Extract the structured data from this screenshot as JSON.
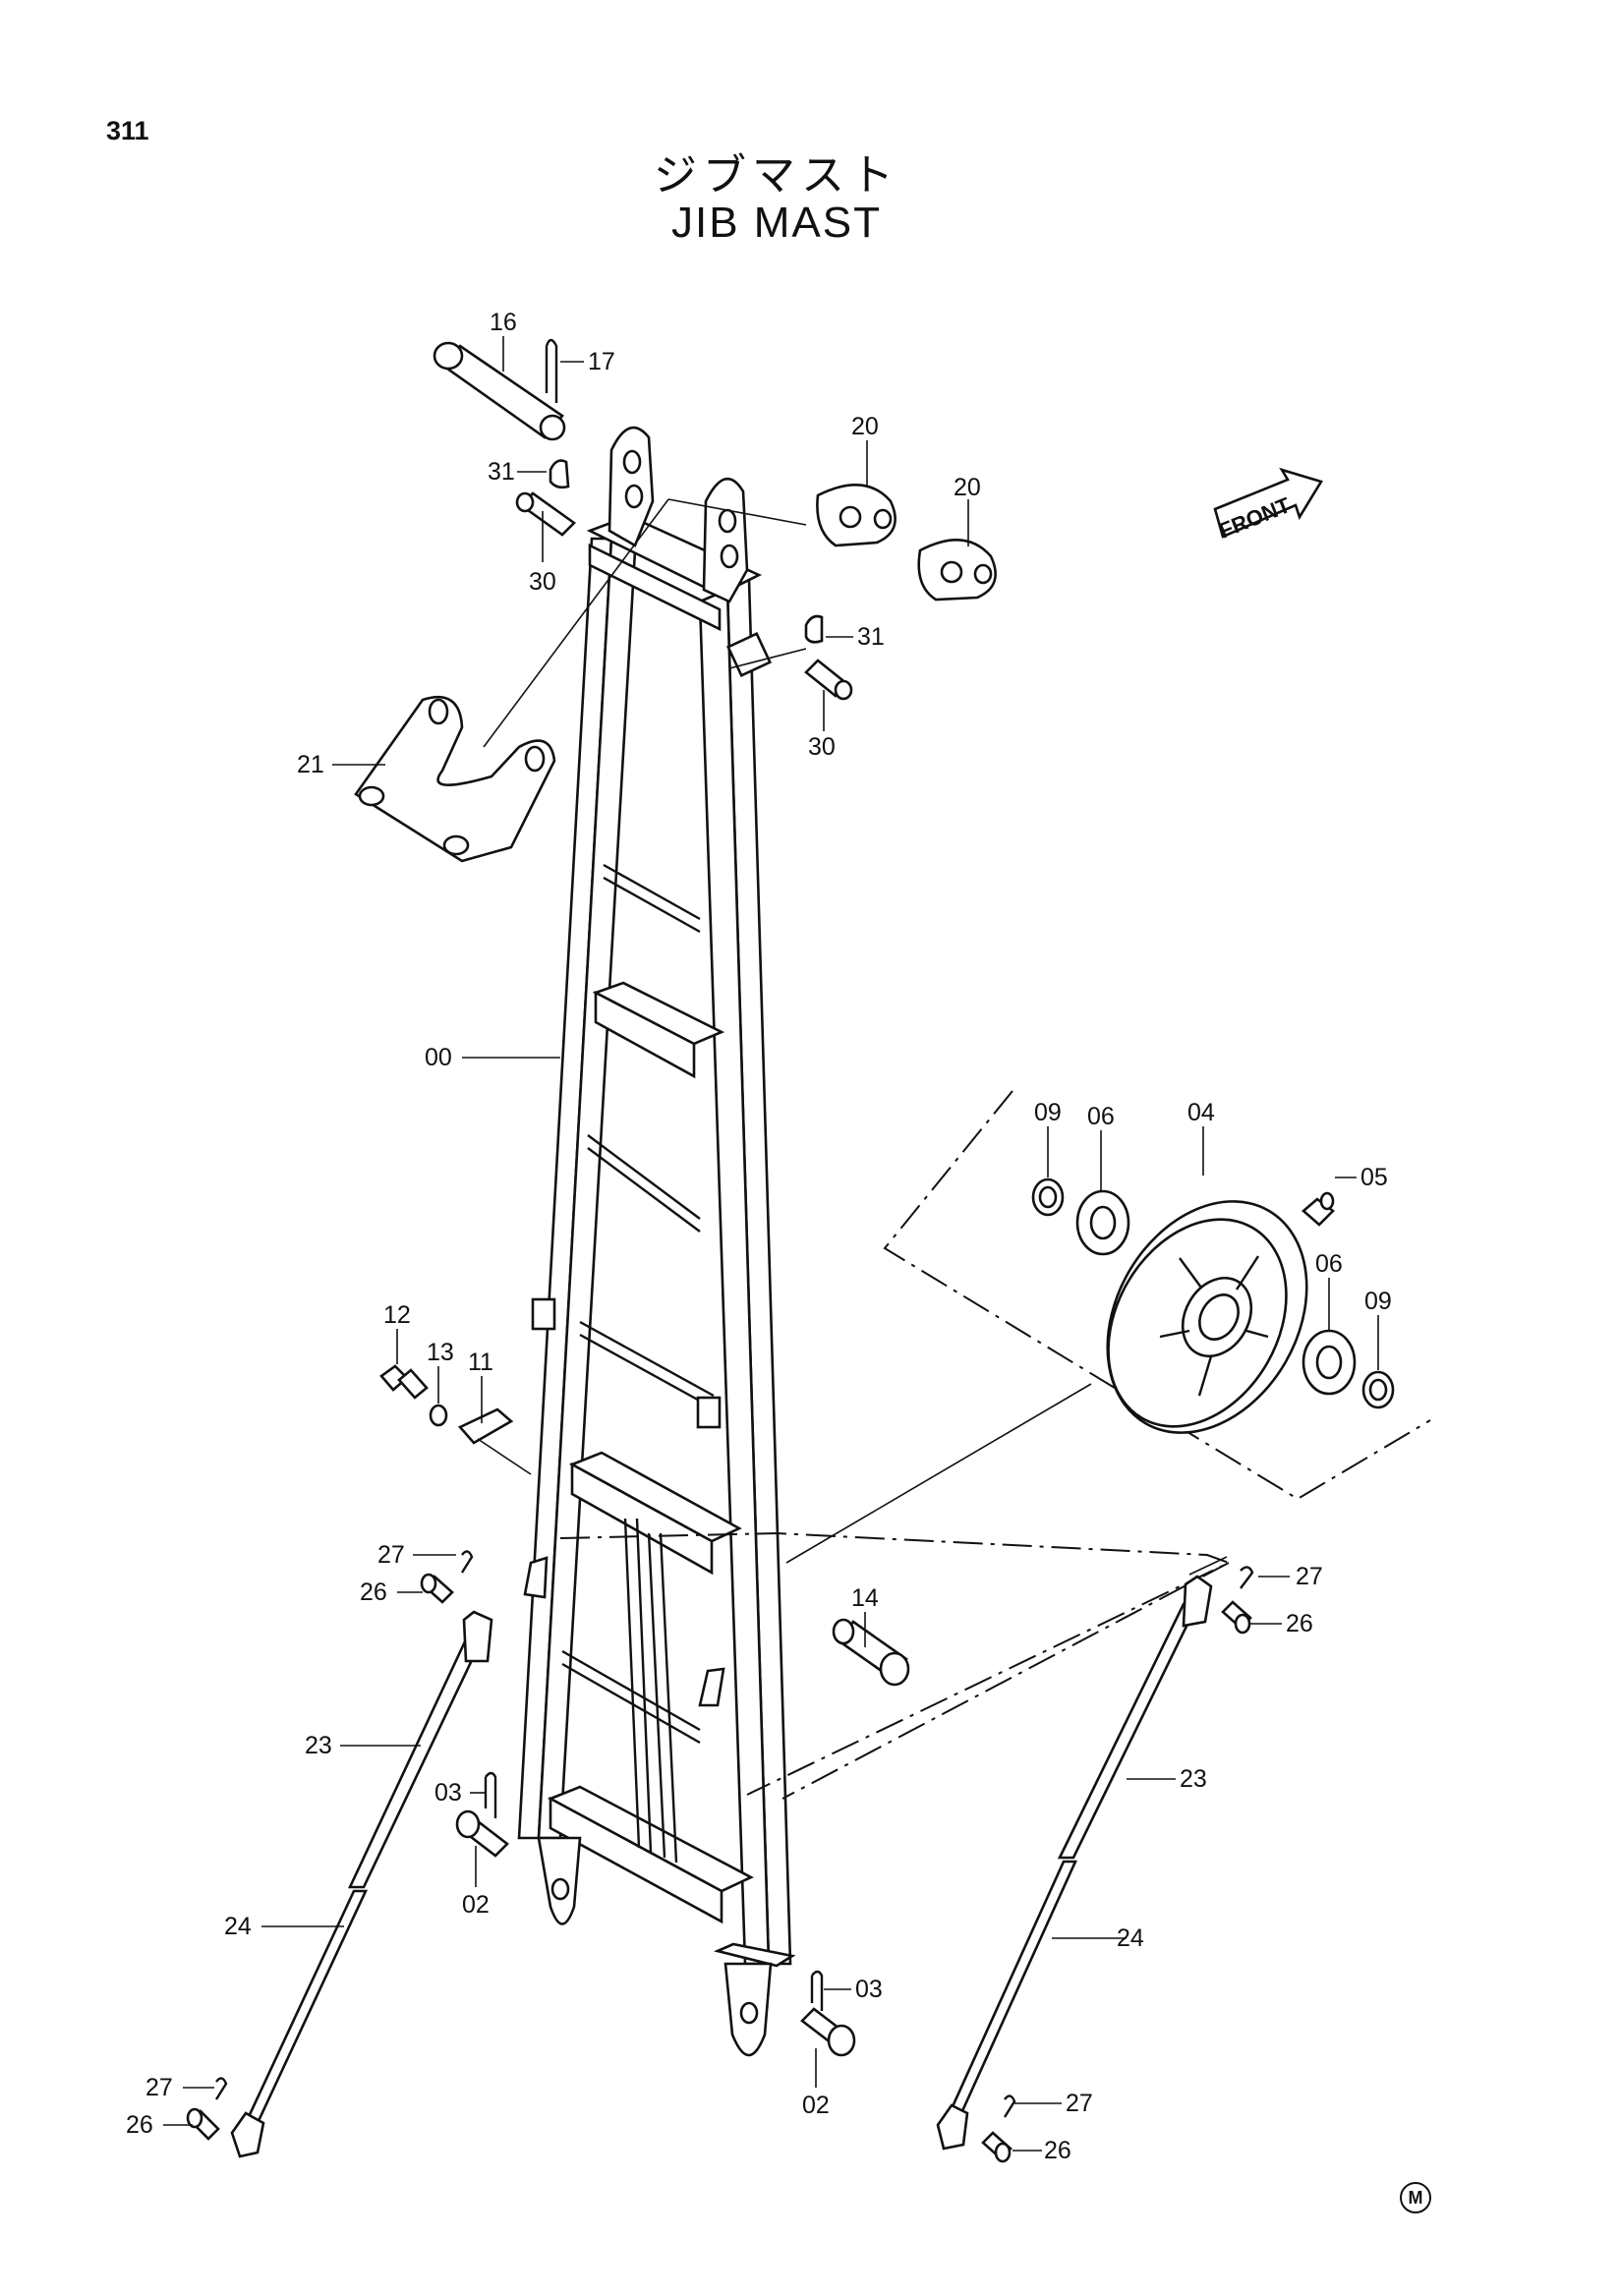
{
  "page_number": "311",
  "title_jp": "ジブマスト",
  "title_en": "JIB MAST",
  "front_arrow_label": "FRONT",
  "corner_mark": "M",
  "callouts": [
    {
      "id": "c16a",
      "label": "16"
    },
    {
      "id": "c17",
      "label": "17"
    },
    {
      "id": "c31a",
      "label": "31"
    },
    {
      "id": "c30a",
      "label": "30"
    },
    {
      "id": "c20a",
      "label": "20"
    },
    {
      "id": "c20b",
      "label": "20"
    },
    {
      "id": "c31b",
      "label": "31"
    },
    {
      "id": "c30b",
      "label": "30"
    },
    {
      "id": "c21",
      "label": "21"
    },
    {
      "id": "c00",
      "label": "00"
    },
    {
      "id": "c09a",
      "label": "09"
    },
    {
      "id": "c06a",
      "label": "06"
    },
    {
      "id": "c04",
      "label": "04"
    },
    {
      "id": "c05",
      "label": "05"
    },
    {
      "id": "c06b",
      "label": "06"
    },
    {
      "id": "c09b",
      "label": "09"
    },
    {
      "id": "c12",
      "label": "12"
    },
    {
      "id": "c13",
      "label": "13"
    },
    {
      "id": "c11",
      "label": "11"
    },
    {
      "id": "c27a",
      "label": "27"
    },
    {
      "id": "c26a",
      "label": "26"
    },
    {
      "id": "c14",
      "label": "14"
    },
    {
      "id": "c27b",
      "label": "27"
    },
    {
      "id": "c26b",
      "label": "26"
    },
    {
      "id": "c23a",
      "label": "23"
    },
    {
      "id": "c23b",
      "label": "23"
    },
    {
      "id": "c03a",
      "label": "03"
    },
    {
      "id": "c02a",
      "label": "02"
    },
    {
      "id": "c24a",
      "label": "24"
    },
    {
      "id": "c03b",
      "label": "03"
    },
    {
      "id": "c02b",
      "label": "02"
    },
    {
      "id": "c24b",
      "label": "24"
    },
    {
      "id": "c27c",
      "label": "27"
    },
    {
      "id": "c26c",
      "label": "26"
    },
    {
      "id": "c27d",
      "label": "27"
    },
    {
      "id": "c26d",
      "label": "26"
    }
  ]
}
